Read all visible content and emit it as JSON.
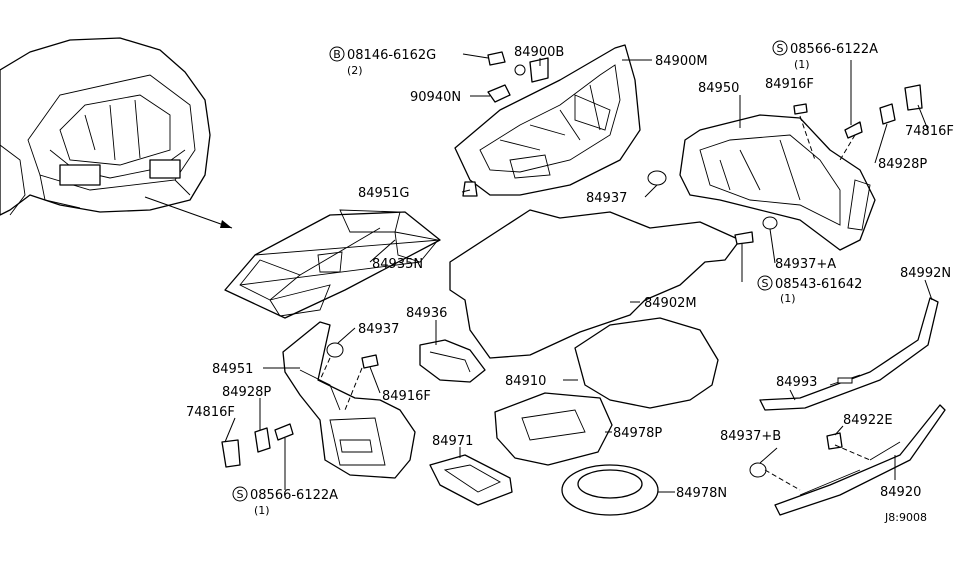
{
  "labels": {
    "p08146": "08146-6162G",
    "p08146_qty": "(2)",
    "p84900B": "84900B",
    "p84900M": "84900M",
    "p90940N": "90940N",
    "p84951G": "84951G",
    "p84935N": "84935N",
    "p84937_a": "84937",
    "p84950": "84950",
    "p08566_top": "08566-6122A",
    "p08566_top_qty": "(1)",
    "p84916F_top": "84916F",
    "p74816F_top": "74816F",
    "p84928P_top": "84928P",
    "p84937A": "84937+A",
    "p08543": "08543-61642",
    "p08543_qty": "(1)",
    "p84902M": "84902M",
    "p84992N": "84992N",
    "p84936": "84936",
    "p84937_b": "84937",
    "p84951": "84951",
    "p84916F_bot": "84916F",
    "p84928P_bot": "84928P",
    "p74816F_bot": "74816F",
    "p08566_bot": "08566-6122A",
    "p08566_bot_qty": "(1)",
    "p84910": "84910",
    "p84993": "84993",
    "p84971": "84971",
    "p84978P": "84978P",
    "p84937B": "84937+B",
    "p84922E": "84922E",
    "p84978N": "84978N",
    "p84920": "84920",
    "diagram_code": "J8:9008"
  },
  "symbols": {
    "bolt_b": "B",
    "screw_s": "S"
  }
}
